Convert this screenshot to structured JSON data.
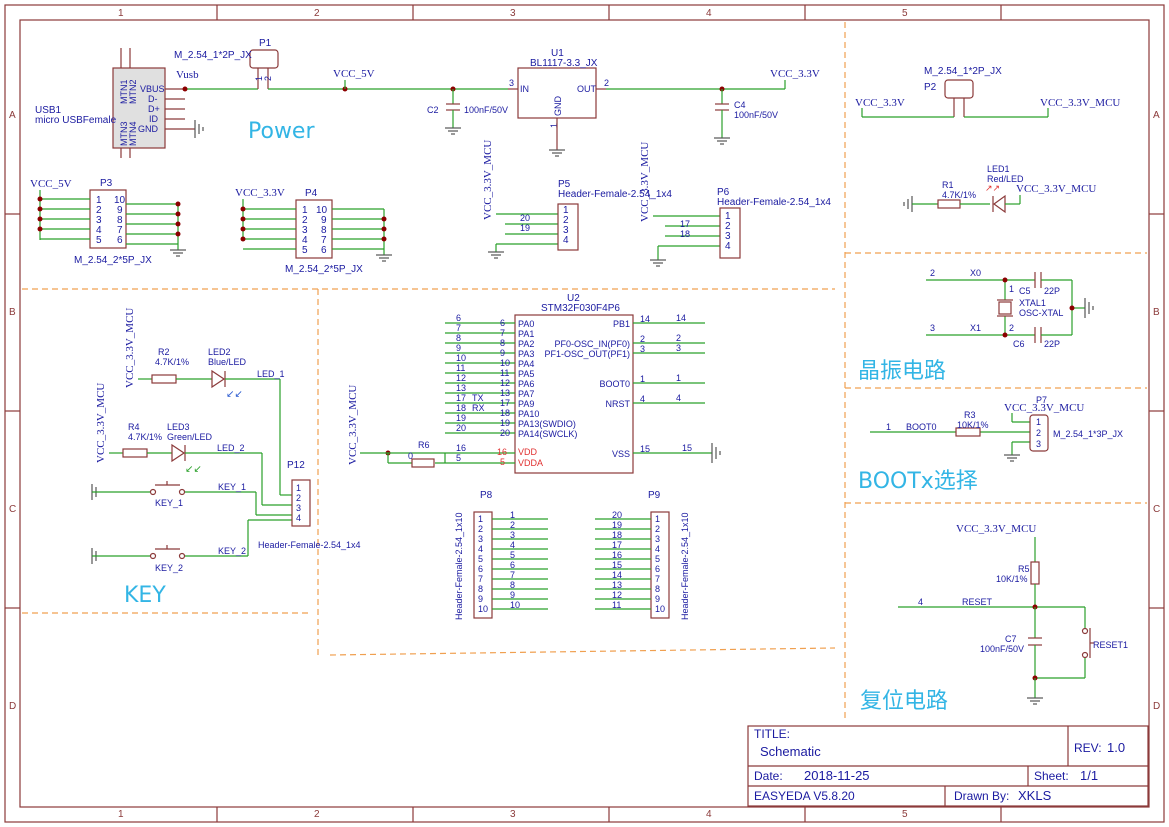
{
  "sections": {
    "power": "Power",
    "crystal": "晶振电路",
    "boot": "BOOTx选择",
    "key": "KEY",
    "reset": "复位电路"
  },
  "grid": {
    "cols": [
      "1",
      "2",
      "3",
      "4",
      "5"
    ],
    "rows": [
      "A",
      "B",
      "C",
      "D"
    ]
  },
  "usb": {
    "ref": "USB1",
    "name": "micro USBFemale",
    "pins": [
      "MTN1",
      "MTN2",
      "MTN3",
      "MTN4",
      "VBUS",
      "D-",
      "D+",
      "ID",
      "GND"
    ],
    "net": "Vusb"
  },
  "p1": {
    "ref": "P1",
    "name": "M_2.54_1*2P_JX",
    "n1": "1",
    "n2": "2"
  },
  "u1": {
    "ref": "U1",
    "name": "BL1117-3.3_JX",
    "in": "IN",
    "out": "OUT",
    "gnd": "GND",
    "p1": "1",
    "p2": "2",
    "p3": "3"
  },
  "c2": {
    "ref": "C2",
    "val": "100nF/50V"
  },
  "c4": {
    "ref": "C4",
    "val": "100nF/50V"
  },
  "vcc5": "VCC_5V",
  "vcc33": "VCC_3.3V",
  "vcc33mcu": "VCC_3.3V_MCU",
  "p2": {
    "ref": "P2",
    "name": "M_2.54_1*2P_JX"
  },
  "r1": {
    "ref": "R1",
    "val": "4.7K/1%"
  },
  "led1": {
    "ref": "LED1",
    "val": "Red/LED"
  },
  "p3": {
    "ref": "P3",
    "name": "M_2.54_2*5P_JX",
    "left": [
      "1",
      "2",
      "3",
      "4",
      "5"
    ],
    "right": [
      "10",
      "9",
      "8",
      "7",
      "6"
    ]
  },
  "p4": {
    "ref": "P4",
    "name": "M_2.54_2*5P_JX",
    "left": [
      "1",
      "2",
      "3",
      "4",
      "5"
    ],
    "right": [
      "10",
      "9",
      "8",
      "7",
      "6"
    ]
  },
  "p5": {
    "ref": "P5",
    "name": "Header-Female-2.54_1x4",
    "pins": [
      "1",
      "2",
      "3",
      "4"
    ],
    "nets": [
      "20",
      "19"
    ]
  },
  "p6": {
    "ref": "P6",
    "name": "Header-Female-2.54_1x4",
    "pins": [
      "1",
      "2",
      "3",
      "4"
    ],
    "nets": [
      "17",
      "18"
    ]
  },
  "crystal": {
    "x0": "X0",
    "x1": "X1",
    "n2": "2",
    "n3": "3",
    "c5": "C5",
    "c5v": "22P",
    "c6": "C6",
    "c6v": "22P",
    "xtal": "XTAL1",
    "xtalv": "OSC-XTAL",
    "p1": "1",
    "p2": "2"
  },
  "p7": {
    "ref": "P7",
    "name": "M_2.54_1*3P_JX",
    "pins": [
      "1",
      "2",
      "3"
    ],
    "net": "BOOT0",
    "n": "1"
  },
  "r3": {
    "ref": "R3",
    "val": "10K/1%"
  },
  "u2": {
    "ref": "U2",
    "name": "STM32F030F4P6",
    "left": [
      [
        "6",
        "PA0"
      ],
      [
        "7",
        "PA1"
      ],
      [
        "8",
        "PA2"
      ],
      [
        "9",
        "PA3"
      ],
      [
        "10",
        "PA4"
      ],
      [
        "11",
        "PA5"
      ],
      [
        "12",
        "PA6"
      ],
      [
        "13",
        "PA7"
      ],
      [
        "17",
        "PA9"
      ],
      [
        "18",
        "PA10"
      ],
      [
        "19",
        "PA13(SWDIO)"
      ],
      [
        "20",
        "PA14(SWCLK)"
      ]
    ],
    "rightpins": [
      [
        "14",
        "PB1"
      ],
      [
        "2",
        "PF0-OSC_IN(PF0)"
      ],
      [
        "3",
        "PF1-OSC_OUT(PF1)"
      ],
      [
        "1",
        "BOOT0"
      ],
      [
        "4",
        "NRST"
      ],
      [
        "15",
        "VSS"
      ]
    ],
    "vdd": [
      "16",
      "VDD"
    ],
    "vdda": [
      "5",
      "VDDA"
    ],
    "tx": "TX",
    "rx": "RX"
  },
  "r6": {
    "ref": "R6",
    "val": "0"
  },
  "p8": {
    "ref": "P8",
    "name": "Header-Female-2.54_1x10",
    "pins": [
      "1",
      "2",
      "3",
      "4",
      "5",
      "6",
      "7",
      "8",
      "9",
      "10"
    ],
    "nets": [
      "1",
      "2",
      "3",
      "4",
      "5",
      "6",
      "7",
      "8",
      "9",
      "10"
    ]
  },
  "p9": {
    "ref": "P9",
    "name": "Header-Female-2.54_1x10",
    "pins": [
      "1",
      "2",
      "3",
      "4",
      "5",
      "6",
      "7",
      "8",
      "9",
      "10"
    ],
    "nets": [
      "20",
      "19",
      "18",
      "17",
      "16",
      "15",
      "14",
      "13",
      "12",
      "11"
    ]
  },
  "key": {
    "r2": "R2",
    "r2v": "4.7K/1%",
    "led2": "LED2",
    "led2v": "Blue/LED",
    "led1net": "LED_1",
    "r4": "R4",
    "r4v": "4.7K/1%",
    "led3": "LED3",
    "led3v": "Green/LED",
    "led2net": "LED_2",
    "k1": "KEY_1",
    "k2": "KEY_2",
    "k1net": "KEY_1",
    "k2net": "KEY_2",
    "p12": "P12",
    "p12name": "Header-Female-2.54_1x4",
    "pins": [
      "1",
      "2",
      "3",
      "4"
    ]
  },
  "reset": {
    "r5": "R5",
    "r5v": "10K/1%",
    "c7": "C7",
    "c7v": "100nF/50V",
    "sw": "RESET1",
    "net": "RESET",
    "n": "4"
  },
  "title": {
    "title_label": "TITLE:",
    "title": "Schematic",
    "rev_label": "REV:",
    "rev": "1.0",
    "date_label": "Date:",
    "date": "2018-11-25",
    "sheet_label": "Sheet:",
    "sheet": "1/1",
    "tool": "EASYEDA V5.8.20",
    "drawn_label": "Drawn By:",
    "drawn": "XKLS"
  }
}
